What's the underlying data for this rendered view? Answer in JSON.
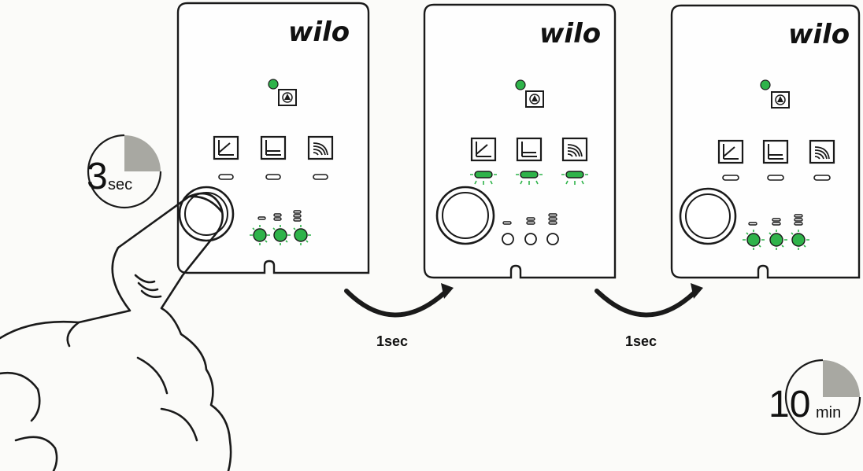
{
  "panels": [
    {
      "brand": "wilo",
      "leds": "on"
    },
    {
      "brand": "wilo",
      "leds": "curve"
    },
    {
      "brand": "wilo",
      "leds": "on"
    }
  ],
  "timers": {
    "press": {
      "value": "3",
      "unit": "sec",
      "fraction": 0.25
    },
    "wait": {
      "value": "10",
      "unit": "min",
      "fraction": 0.25
    }
  },
  "transitions": [
    "1sec",
    "1sec"
  ],
  "colors": {
    "led_green": "#2fb34a",
    "outline": "#1a1a1a",
    "timer_fill": "#a8a8a2"
  }
}
